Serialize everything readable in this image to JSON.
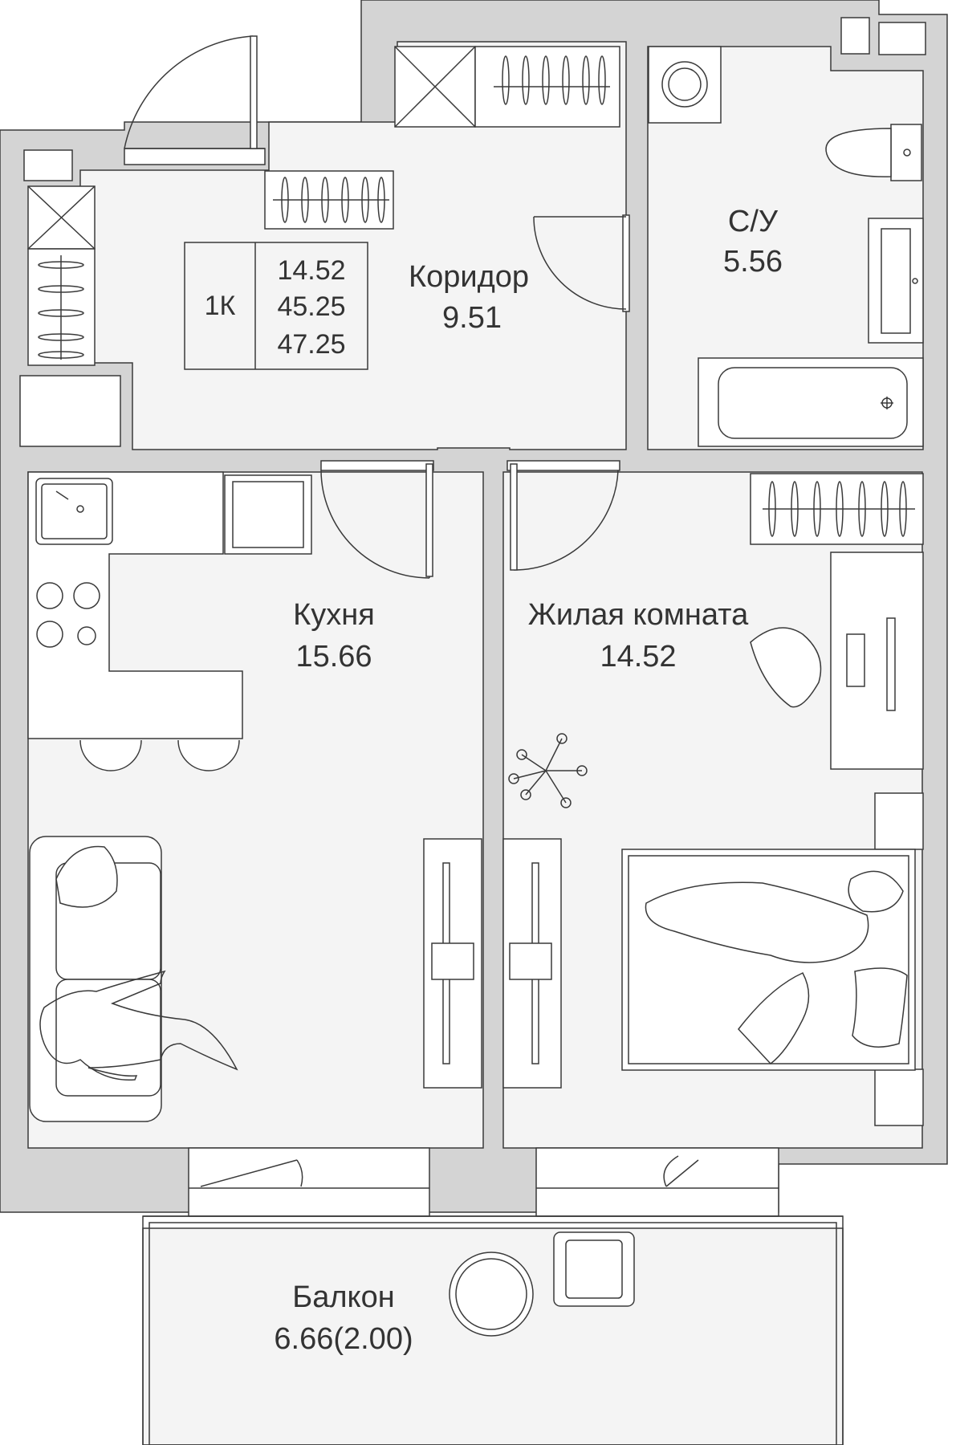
{
  "apartment_info": {
    "type": "1К",
    "living_area": "14.52",
    "total_area": "45.25",
    "area_with_balcony": "47.25"
  },
  "rooms": [
    {
      "id": "corridor",
      "name": "Коридор",
      "area": "9.51"
    },
    {
      "id": "bathroom",
      "name": "С/У",
      "area": "5.56"
    },
    {
      "id": "kitchen",
      "name": "Кухня",
      "area": "15.66"
    },
    {
      "id": "living",
      "name": "Жилая комната",
      "area": "14.52"
    },
    {
      "id": "balcony",
      "name": "Балкон",
      "area": "6.66(2.00)"
    }
  ],
  "colors": {
    "wall": "#d4d4d4",
    "floor": "#f4f4f4",
    "line": "#3a3a3a",
    "text": "#333333"
  }
}
